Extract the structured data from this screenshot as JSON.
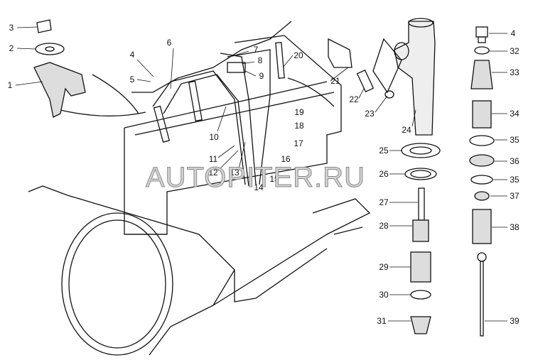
{
  "watermark": "AUTOPITER.RU",
  "callouts": [
    "1",
    "2",
    "3",
    "4",
    "5",
    "6",
    "7",
    "8",
    "9",
    "10",
    "11",
    "12",
    "13",
    "14",
    "15",
    "16",
    "17",
    "18",
    "19",
    "20",
    "21",
    "22",
    "23",
    "24",
    "25",
    "26",
    "27",
    "28",
    "29",
    "30",
    "31",
    "4",
    "32",
    "33",
    "34",
    "35",
    "36",
    "35",
    "37",
    "38",
    "39"
  ]
}
